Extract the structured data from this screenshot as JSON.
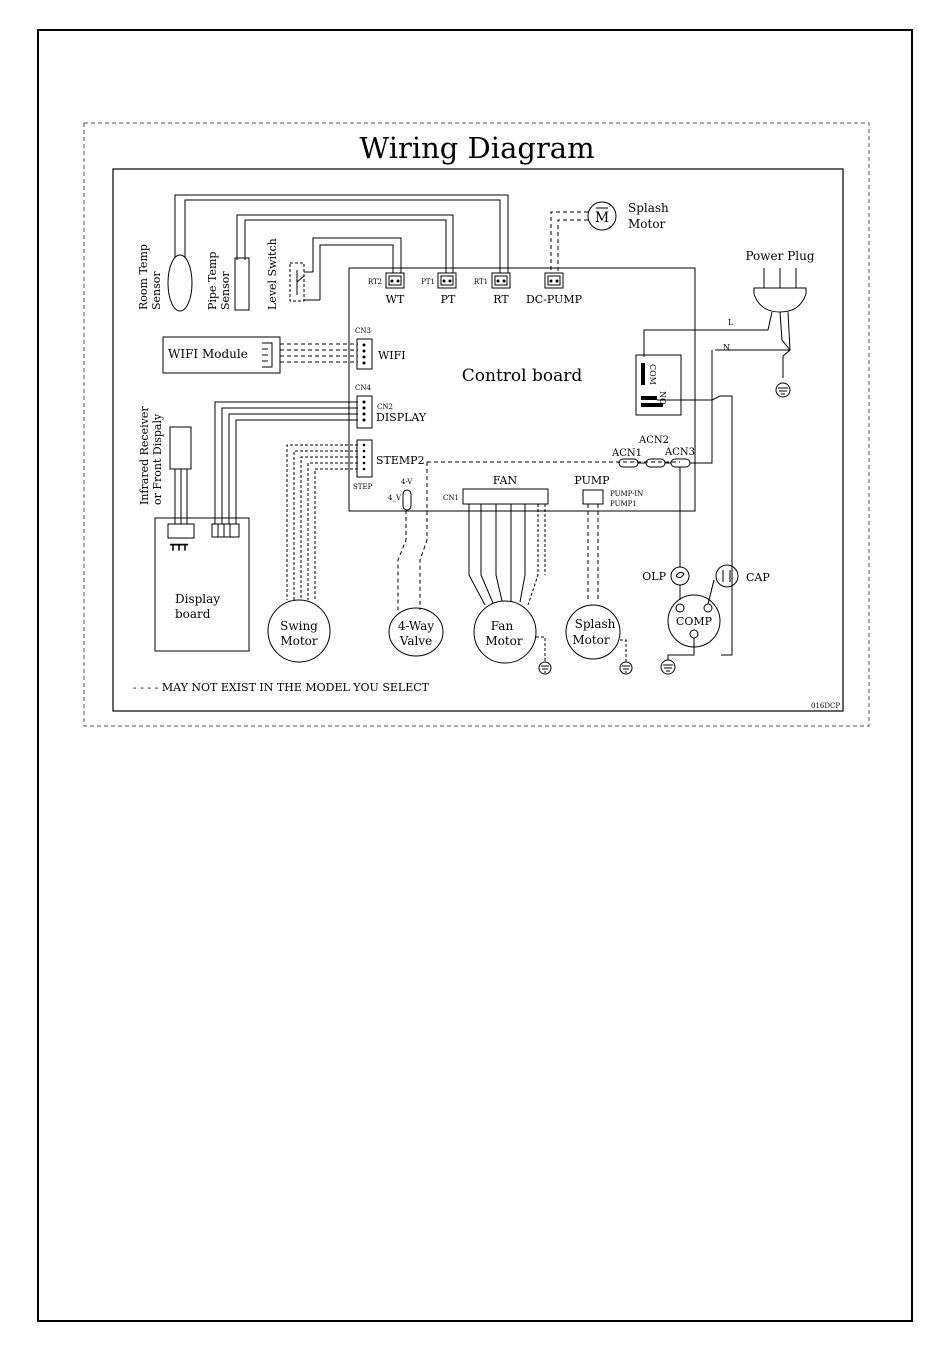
{
  "diagram": {
    "title": "Wiring Diagram",
    "footer_note": "- - - - MAY NOT EXIST IN THE MODEL YOU SELECT",
    "model_code": "016DCP",
    "control_board": {
      "label": "Control board",
      "connectors": {
        "wt": {
          "tag": "RT2",
          "label": "WT"
        },
        "pt": {
          "tag": "PT1",
          "label": "PT"
        },
        "rt": {
          "tag": "RT1",
          "label": "RT"
        },
        "dc_pump": {
          "label": "DC-PUMP"
        },
        "wifi": {
          "tag": "CN3",
          "label": "WIFI"
        },
        "display": {
          "tag": "CN4",
          "tag2": "CN2",
          "label": "DISPLAY"
        },
        "stemp2": {
          "label": "STEMP2",
          "tag": "STEP"
        },
        "four_v": {
          "tag": "4-V",
          "tag2": "4_V"
        },
        "fan": {
          "label": "FAN",
          "tag": "CN1"
        },
        "pump": {
          "label": "PUMP",
          "tag": "PUMP-IN",
          "tag2": "PUMP1"
        },
        "acn1": {
          "label": "ACN1"
        },
        "acn2": {
          "label": "ACN2"
        },
        "acn3": {
          "label": "ACN3"
        },
        "relay": {
          "com": "COM",
          "no": "NO"
        }
      }
    },
    "sensors": {
      "room_temp": [
        "Room Temp",
        "Sensor"
      ],
      "pipe_temp": [
        "Pipe Temp",
        "Sensor"
      ],
      "level_switch": "Level Switch",
      "infrared": [
        "Infrared Receiver",
        "or Front Dispaly"
      ]
    },
    "wifi_module": "WIFI Module",
    "display_board": [
      "Display",
      "board"
    ],
    "splash_motor_top": {
      "symbol": "M",
      "label": [
        "Splash",
        "Motor"
      ]
    },
    "power_plug": {
      "label": "Power Plug",
      "l": "L",
      "n": "N"
    },
    "components": {
      "swing_motor": [
        "Swing",
        "Motor"
      ],
      "four_way_valve": [
        "4-Way",
        "Valve"
      ],
      "fan_motor": [
        "Fan",
        "Motor"
      ],
      "splash_motor": [
        "Splash",
        "Motor"
      ],
      "comp": "COMP",
      "olp": "OLP",
      "cap": "CAP"
    }
  }
}
